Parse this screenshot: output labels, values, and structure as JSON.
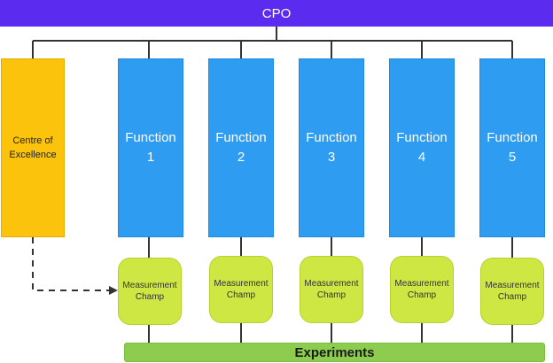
{
  "cpo": {
    "label": "CPO"
  },
  "centre_of_excellence": {
    "line1": "Centre of",
    "line2": "Excellence"
  },
  "functions": [
    {
      "word": "Function",
      "number": "1"
    },
    {
      "word": "Function",
      "number": "2"
    },
    {
      "word": "Function",
      "number": "3"
    },
    {
      "word": "Function",
      "number": "4"
    },
    {
      "word": "Function",
      "number": "5"
    }
  ],
  "champ": {
    "line1": "Measurement",
    "line2": "Champ"
  },
  "experiments": {
    "label": "Experiments"
  },
  "colors": {
    "cpo": "#5b2bf0",
    "centre_of_excellence": "#fbc30b",
    "function": "#2e9cf0",
    "champ": "#cfe743",
    "experiments": "#8ccc4e",
    "connector": "#333333"
  }
}
